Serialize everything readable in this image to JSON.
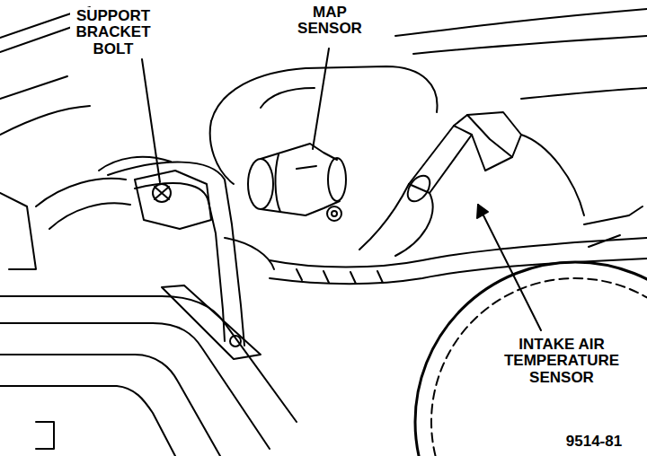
{
  "diagram": {
    "labels": [
      "SUPPORT BRACKET BOLT",
      "MAP SENSOR",
      "INTAKE AIR TEMPERATURE SENSOR",
      "9514-81"
    ]
  }
}
